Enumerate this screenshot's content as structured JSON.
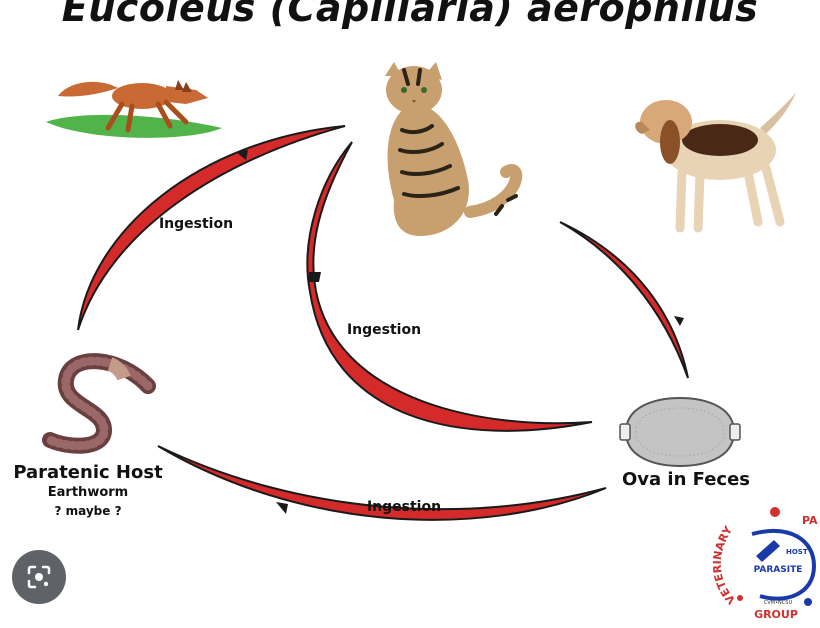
{
  "title": "Eucoleus (Capillaria) aerophilus",
  "arrow_labels": {
    "fox_to_cat": "Ingestion",
    "ova_to_cat": "Ingestion",
    "ova_to_worm": "Ingestion"
  },
  "paratenic": {
    "heading": "Paratenic Host",
    "sub": "Earthworm",
    "note": "? maybe ?"
  },
  "ova_label": "Ova in Feces",
  "logo": {
    "arc_left": "VETERINARY",
    "arc_right": "PA",
    "bottom": "GROUP",
    "center": "PARASITE",
    "center_vertical": "HOST",
    "small": "CVM•NCSU"
  },
  "colors": {
    "arrow_fill": "#d42a2a",
    "arrow_stroke": "#1a1a1a",
    "logo_red": "#d32f2f",
    "logo_blue": "#1a3aa8"
  },
  "icons": [
    "fox",
    "cat",
    "dog",
    "earthworm",
    "ova",
    "lens-icon"
  ]
}
